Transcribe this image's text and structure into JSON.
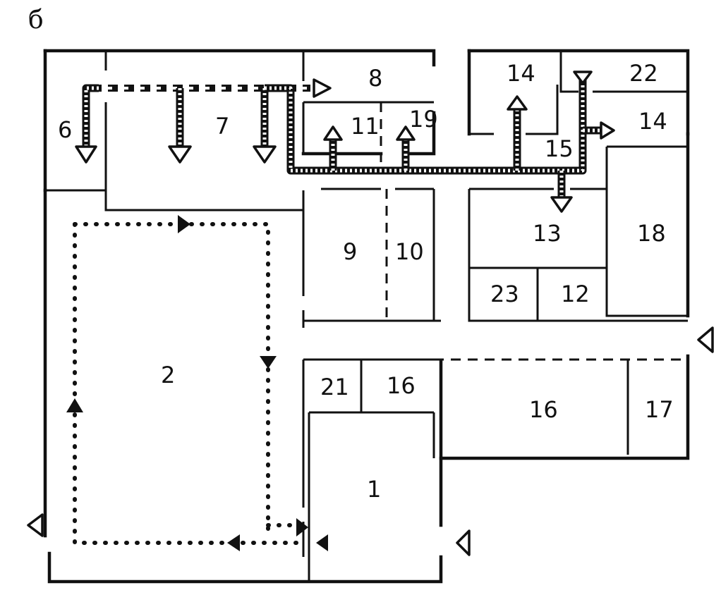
{
  "figure_label": "б",
  "rooms": [
    {
      "id": "r1",
      "label": "1"
    },
    {
      "id": "r2",
      "label": "2"
    },
    {
      "id": "r6",
      "label": "6"
    },
    {
      "id": "r7",
      "label": "7"
    },
    {
      "id": "r8",
      "label": "8"
    },
    {
      "id": "r9",
      "label": "9"
    },
    {
      "id": "r10",
      "label": "10"
    },
    {
      "id": "r11",
      "label": "11"
    },
    {
      "id": "r12",
      "label": "12"
    },
    {
      "id": "r13",
      "label": "13"
    },
    {
      "id": "r14a",
      "label": "14"
    },
    {
      "id": "r14b",
      "label": "14"
    },
    {
      "id": "r15",
      "label": "15"
    },
    {
      "id": "r16a",
      "label": "16"
    },
    {
      "id": "r16b",
      "label": "16"
    },
    {
      "id": "r17",
      "label": "17"
    },
    {
      "id": "r18",
      "label": "18"
    },
    {
      "id": "r19",
      "label": "19"
    },
    {
      "id": "r21",
      "label": "21"
    },
    {
      "id": "r22",
      "label": "22"
    },
    {
      "id": "r23",
      "label": "23"
    }
  ]
}
